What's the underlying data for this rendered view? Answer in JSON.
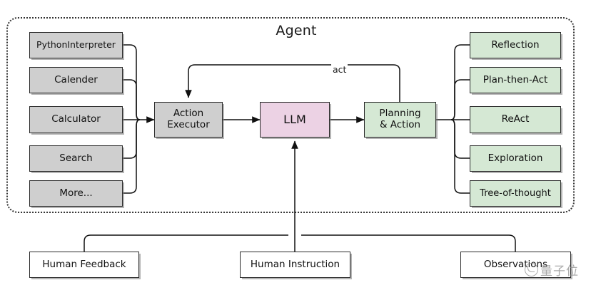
{
  "diagram": {
    "title": "Agent",
    "container_label": "Agent",
    "watermark": {
      "text": "量子位",
      "logo_icon": "qbitai-logo-icon"
    },
    "tools": [
      {
        "id": "python-interpreter",
        "label": "PythonInterpreter"
      },
      {
        "id": "calender",
        "label": "Calender"
      },
      {
        "id": "calculator",
        "label": "Calculator"
      },
      {
        "id": "search",
        "label": "Search"
      },
      {
        "id": "more",
        "label": "More..."
      }
    ],
    "core": [
      {
        "id": "action-executor",
        "label": "Action\nExecutor",
        "line1": "Action",
        "line2": "Executor"
      },
      {
        "id": "llm",
        "label": "LLM"
      },
      {
        "id": "planning-action",
        "label": "Planning\n& Action",
        "line1": "Planning",
        "line2": "& Action"
      }
    ],
    "strategies": [
      {
        "id": "reflection",
        "label": "Reflection"
      },
      {
        "id": "plan-then-act",
        "label": "Plan-then-Act"
      },
      {
        "id": "react",
        "label": "ReAct"
      },
      {
        "id": "exploration",
        "label": "Exploration"
      },
      {
        "id": "tree-of-thought",
        "label": "Tree-of-thought"
      }
    ],
    "inputs": [
      {
        "id": "human-feedback",
        "label": "Human Feedback"
      },
      {
        "id": "human-instruction",
        "label": "Human Instruction"
      },
      {
        "id": "observations",
        "label": "Observations"
      }
    ],
    "edges": [
      {
        "id": "act-loop",
        "label": "act",
        "from": "planning-action",
        "to": "action-executor"
      },
      {
        "id": "tools-to-executor",
        "label": "",
        "from": "tools",
        "to": "action-executor"
      },
      {
        "id": "executor-to-llm",
        "label": "",
        "from": "action-executor",
        "to": "llm"
      },
      {
        "id": "llm-to-planning",
        "label": "",
        "from": "llm",
        "to": "planning-action"
      },
      {
        "id": "planning-to-strategies",
        "label": "",
        "from": "planning-action",
        "to": "strategies"
      },
      {
        "id": "inputs-to-llm",
        "label": "",
        "from": "inputs",
        "to": "llm"
      }
    ],
    "colors": {
      "tool_fill": "#cfcfcf",
      "llm_fill": "#ecd2e4",
      "strategy_fill": "#d5e8d4",
      "input_fill": "#ffffff",
      "stroke": "#2b2b2b",
      "container_stroke": "#333333"
    }
  }
}
